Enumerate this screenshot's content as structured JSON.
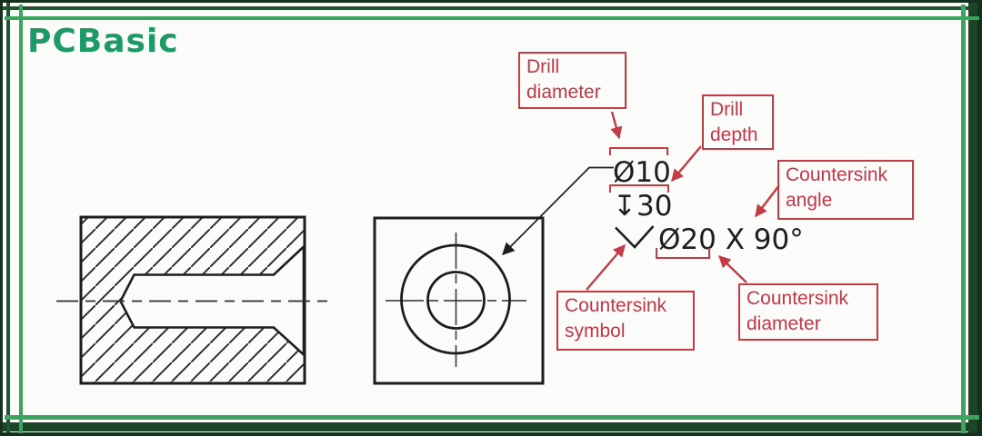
{
  "brand": {
    "logo_text": "PCBasic"
  },
  "colors": {
    "annotation_red": "#c23b45",
    "drawing_black": "#1d1d1d",
    "frame_green_bright": "#3da45f",
    "frame_green_dark": "#1c4427",
    "logo_green": "#1d9a66"
  },
  "labels": {
    "drill_diameter": "Drill\ndiameter",
    "drill_depth": "Drill\ndepth",
    "countersink_angle": "Countersink\nangle",
    "countersink_symbol": "Countersink\nsymbol",
    "countersink_diameter": "Countersink\ndiameter"
  },
  "dims": {
    "drill_diameter": "Ø10",
    "drill_depth": "↧30",
    "countersink": "Ø20 X 90°"
  },
  "symbols": {
    "countersink_shape": "wide-v-icon",
    "depth_symbol": "↧",
    "diameter_symbol": "Ø"
  },
  "views": {
    "left": "section-view-of-countersunk-hole",
    "right": "front-view-of-countersunk-hole"
  }
}
